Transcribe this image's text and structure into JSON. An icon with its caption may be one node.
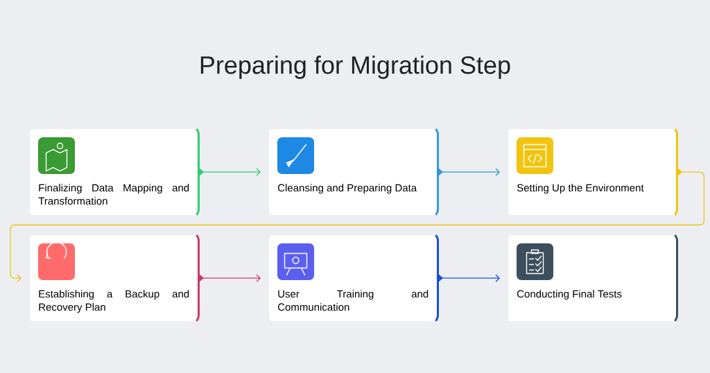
{
  "diagram": {
    "title": "Preparing for Migration Step",
    "nodes": [
      {
        "text": [
          "Finalizing Data Mapping and Transformation"
        ]
      },
      {
        "text": [
          "Cleansing and Preparing Data"
        ]
      },
      {
        "text": [
          "Setting Up the Environment"
        ]
      },
      {
        "text": [
          "Establishing a Backup and Recovery Plan"
        ]
      },
      {
        "text": [
          "User Training and Communication"
        ]
      },
      {
        "text": [
          "Conducting Final Tests"
        ]
      }
    ],
    "edges": [
      {
        "from": 0,
        "to": 1,
        "arrow": "to",
        "color": "#2ecc71"
      },
      {
        "from": 1,
        "to": 2,
        "arrow": "to",
        "color": "#3498db"
      },
      {
        "from": 2,
        "to": 3,
        "arrow": "to",
        "color": "#f1c40f"
      },
      {
        "from": 3,
        "to": 4,
        "arrow": "to",
        "color": "#c93b6b"
      },
      {
        "from": 4,
        "to": 5,
        "arrow": "to",
        "color": "#1a4fd6"
      }
    ]
  }
}
